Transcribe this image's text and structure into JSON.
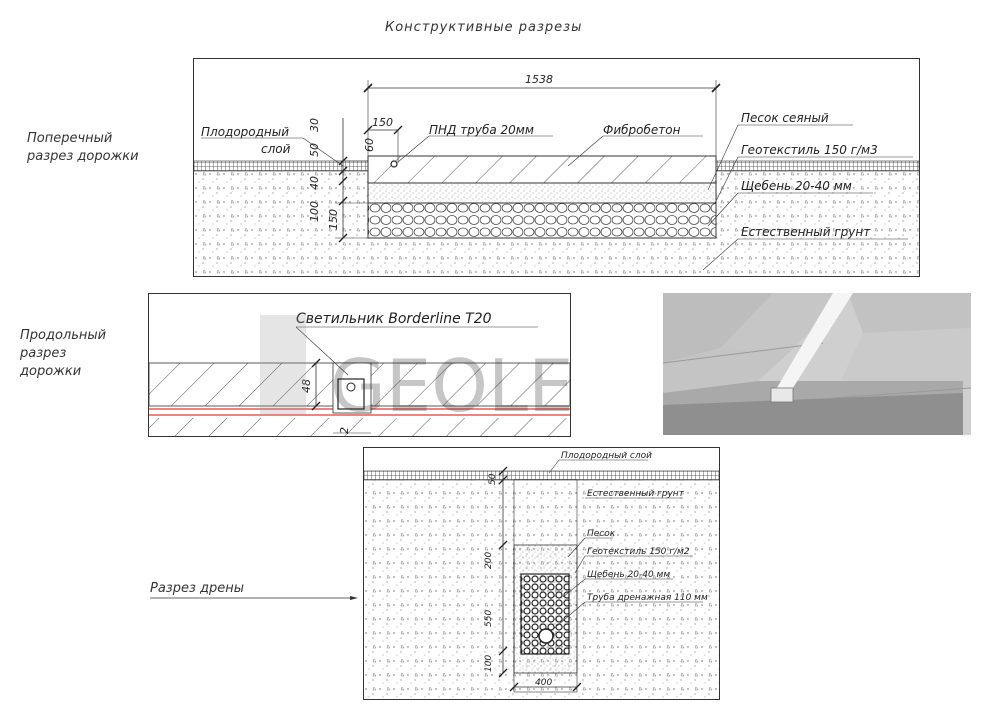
{
  "title": "Конструктивные разрезы",
  "side_labels": {
    "cross": [
      "Поперечный",
      "разрез дорожки"
    ],
    "long": [
      "Продольный",
      "разрез",
      "дорожки"
    ],
    "drain": "Разрез дрены"
  },
  "cross_section": {
    "width_dim": "1538",
    "d150": "150",
    "d60": "60",
    "soil_layer": [
      "Плодородный",
      "слой"
    ],
    "dims_left": [
      "30",
      "50",
      "40",
      "100",
      "150"
    ],
    "labels": {
      "pipe": "ПНД труба 20мм",
      "fibro": "Фибробетон",
      "sand": "Песок сеяный",
      "geo": "Геотекстиль 150 г/м3",
      "gravel": "Щебень 20-40 мм",
      "ground": "Естественный грунт"
    }
  },
  "long_section": {
    "lamp": "Светильник Borderline T20",
    "d48": "48",
    "d2": "2"
  },
  "watermark": "GEOLET",
  "drain_section": {
    "soil": "Плодородный слой",
    "ground": "Естественный грунт",
    "sand": "Песок",
    "geo": "Геотекстиль 150 г/м2",
    "gravel": "Щебень 20-40 мм",
    "pipe": "Труба дренажная 110 мм",
    "dims": [
      "50",
      "200",
      "550",
      "100"
    ],
    "width": "400"
  },
  "colors": {
    "line": "#222222",
    "red": "#e53935"
  }
}
